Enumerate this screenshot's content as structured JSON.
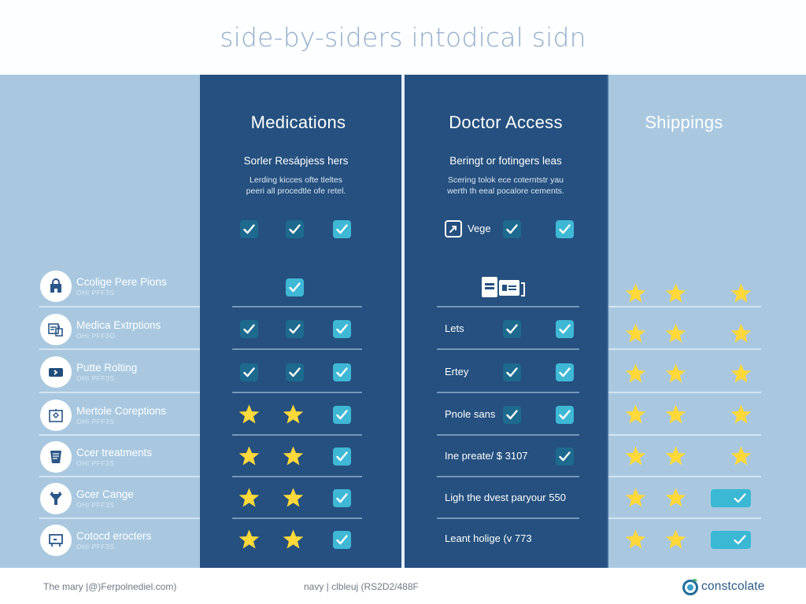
{
  "header": {
    "title": "side-by-siders intodical sidn"
  },
  "columns": {
    "medications": {
      "title": "Medications",
      "subtitle": "Sorler Resápjess hers",
      "description_line1": "Lerding kicces ofte tleltes",
      "description_line2": "peeri all procedtle ofe retel.",
      "header_checks": [
        "dark",
        "dark",
        "light"
      ]
    },
    "doctor_access": {
      "title": "Doctor Access",
      "subtitle": "Beringt or fotingers leas",
      "description_line1": "Scering tolok ece coterntstr yau",
      "description_line2": "werth th eeal pocalore cements.",
      "header_label": "Vege",
      "header_checks": [
        "dark",
        "light"
      ]
    },
    "shippings": {
      "title": "Shippings"
    }
  },
  "features": [
    {
      "label": "Ccolige Pere Pions",
      "sub": "OHI PFF3S",
      "icon": "shopping-bag-icon"
    },
    {
      "label": "Medica Extrptions",
      "sub": "OHI PFF3O",
      "icon": "prescription-icon"
    },
    {
      "label": "Putte Rolting",
      "sub": "OHI PFF3S",
      "icon": "card-arrow-icon"
    },
    {
      "label": "Mertole Coreptions",
      "sub": "OHI PFF3S",
      "icon": "package-icon"
    },
    {
      "label": "Ccer treatments",
      "sub": "OHI PFF3S",
      "icon": "document-list-icon"
    },
    {
      "label": "Gcer Cange",
      "sub": "OHI PFF3S",
      "icon": "funnel-icon"
    },
    {
      "label": "Cotocd erocters",
      "sub": "OHI PFF3S",
      "icon": "monitor-icon"
    }
  ],
  "rows": [
    {
      "med": [
        "",
        "light",
        ""
      ],
      "doc_label": "",
      "doc": [
        "",
        ""
      ],
      "ship": [
        "star",
        "star",
        "star"
      ]
    },
    {
      "med": [
        "dark",
        "dark",
        "light"
      ],
      "doc_label": "Lets",
      "doc": [
        "dark",
        "light"
      ],
      "ship": [
        "star",
        "star",
        "star"
      ]
    },
    {
      "med": [
        "dark",
        "dark",
        "light"
      ],
      "doc_label": "Ertey",
      "doc": [
        "dark",
        "light"
      ],
      "ship": [
        "star",
        "star",
        "star"
      ]
    },
    {
      "med": [
        "star",
        "star",
        "light"
      ],
      "doc_label": "Pnole sans",
      "doc": [
        "dark",
        "light"
      ],
      "ship": [
        "star",
        "star",
        "star"
      ]
    },
    {
      "med": [
        "star",
        "star",
        "light"
      ],
      "doc_label": "Ine preate/ $ 3107",
      "doc": [
        "",
        "dark"
      ],
      "ship": [
        "star",
        "star",
        "star"
      ]
    },
    {
      "med": [
        "star",
        "star",
        "light"
      ],
      "doc_label": "Ligh the dvest paryour 550",
      "doc": [
        "",
        ""
      ],
      "ship": [
        "star",
        "star",
        "wide-check"
      ]
    },
    {
      "med": [
        "star",
        "star",
        "light"
      ],
      "doc_label": "Leant holige (v 773",
      "doc": [
        "",
        ""
      ],
      "ship": [
        "star",
        "star",
        "wide-check"
      ]
    }
  ],
  "footer": {
    "left_text": "The mary |@)Ferpolnediel.com)",
    "mid_text": "navy | clbleuj (RS2D2/488F",
    "brand_name": "constcolate"
  },
  "colors": {
    "navy": "#25507f",
    "light_blue": "#a9c8e0",
    "check_dark": "#1d6a8e",
    "check_light": "#3fb8d6",
    "star": "#ffd83a",
    "title_gray": "#93aecb"
  }
}
